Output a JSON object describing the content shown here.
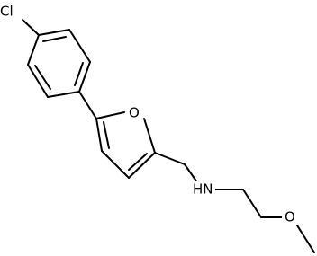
{
  "structure": {
    "atoms": [
      {
        "id": "cl",
        "label": "Cl"
      },
      {
        "id": "o_ring",
        "label": "O"
      },
      {
        "id": "n",
        "label": "HN"
      },
      {
        "id": "o_ether",
        "label": "O"
      }
    ],
    "bond_color": "#000000",
    "background": "#ffffff"
  }
}
